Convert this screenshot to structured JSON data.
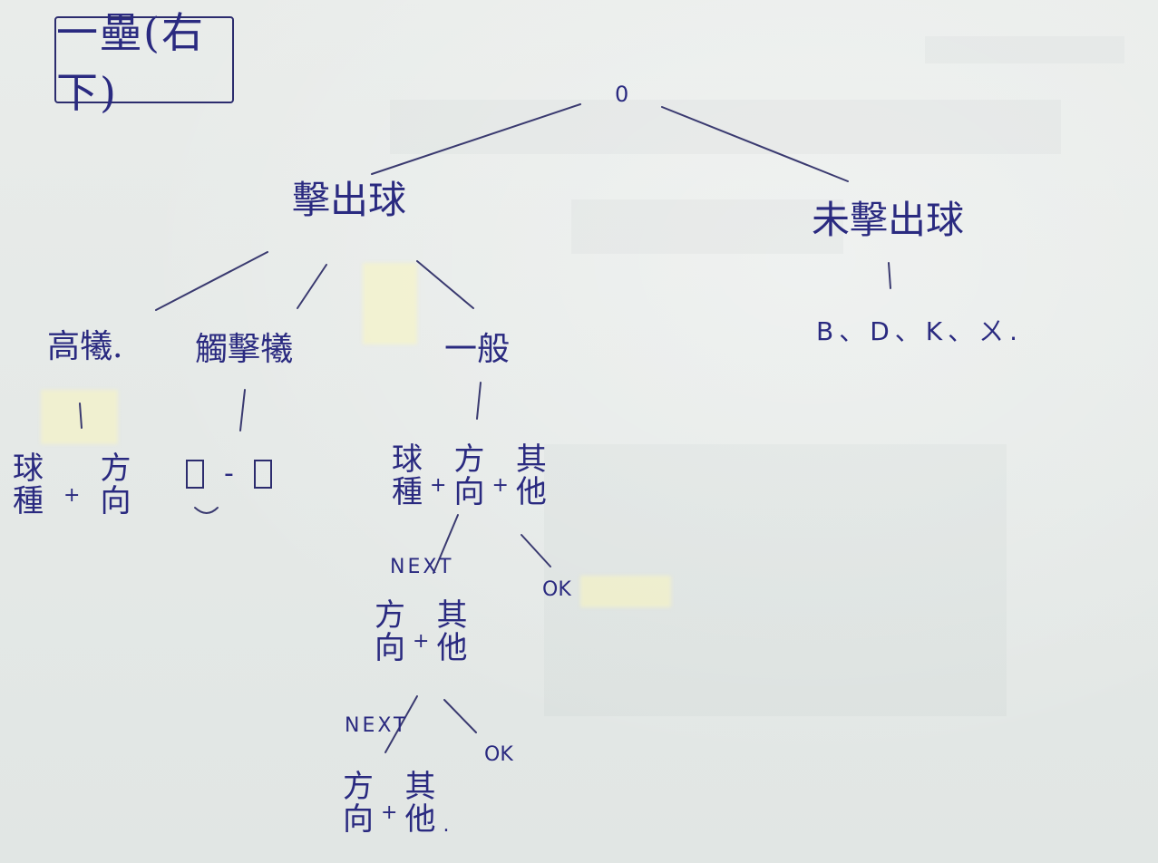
{
  "title": "一壘(右下)",
  "root": "0",
  "level1": {
    "left": "擊出球",
    "right": "未擊出球"
  },
  "right_leaf": "B、D、K、ㄨ.",
  "branches": {
    "a": "高犧.",
    "b": "觸擊犧",
    "c": "一般"
  },
  "leaf_a": {
    "left": [
      "球",
      "種"
    ],
    "plus": "+",
    "right": [
      "方",
      "向"
    ]
  },
  "leaf_b": {
    "dash": "-"
  },
  "leaf_c": {
    "p1": [
      "球",
      "種"
    ],
    "plus1": "+",
    "p2": [
      "方",
      "向"
    ],
    "plus2": "+",
    "p3": [
      "其",
      "他"
    ]
  },
  "edges": {
    "next": "NEXT",
    "ok": "OK"
  },
  "level2": {
    "p1": [
      "方",
      "向"
    ],
    "plus": "+",
    "p2": [
      "其",
      "他"
    ]
  },
  "level3": {
    "p1": [
      "方",
      "向"
    ],
    "plus": "+",
    "p2": [
      "其",
      "他"
    ],
    "end": "."
  }
}
